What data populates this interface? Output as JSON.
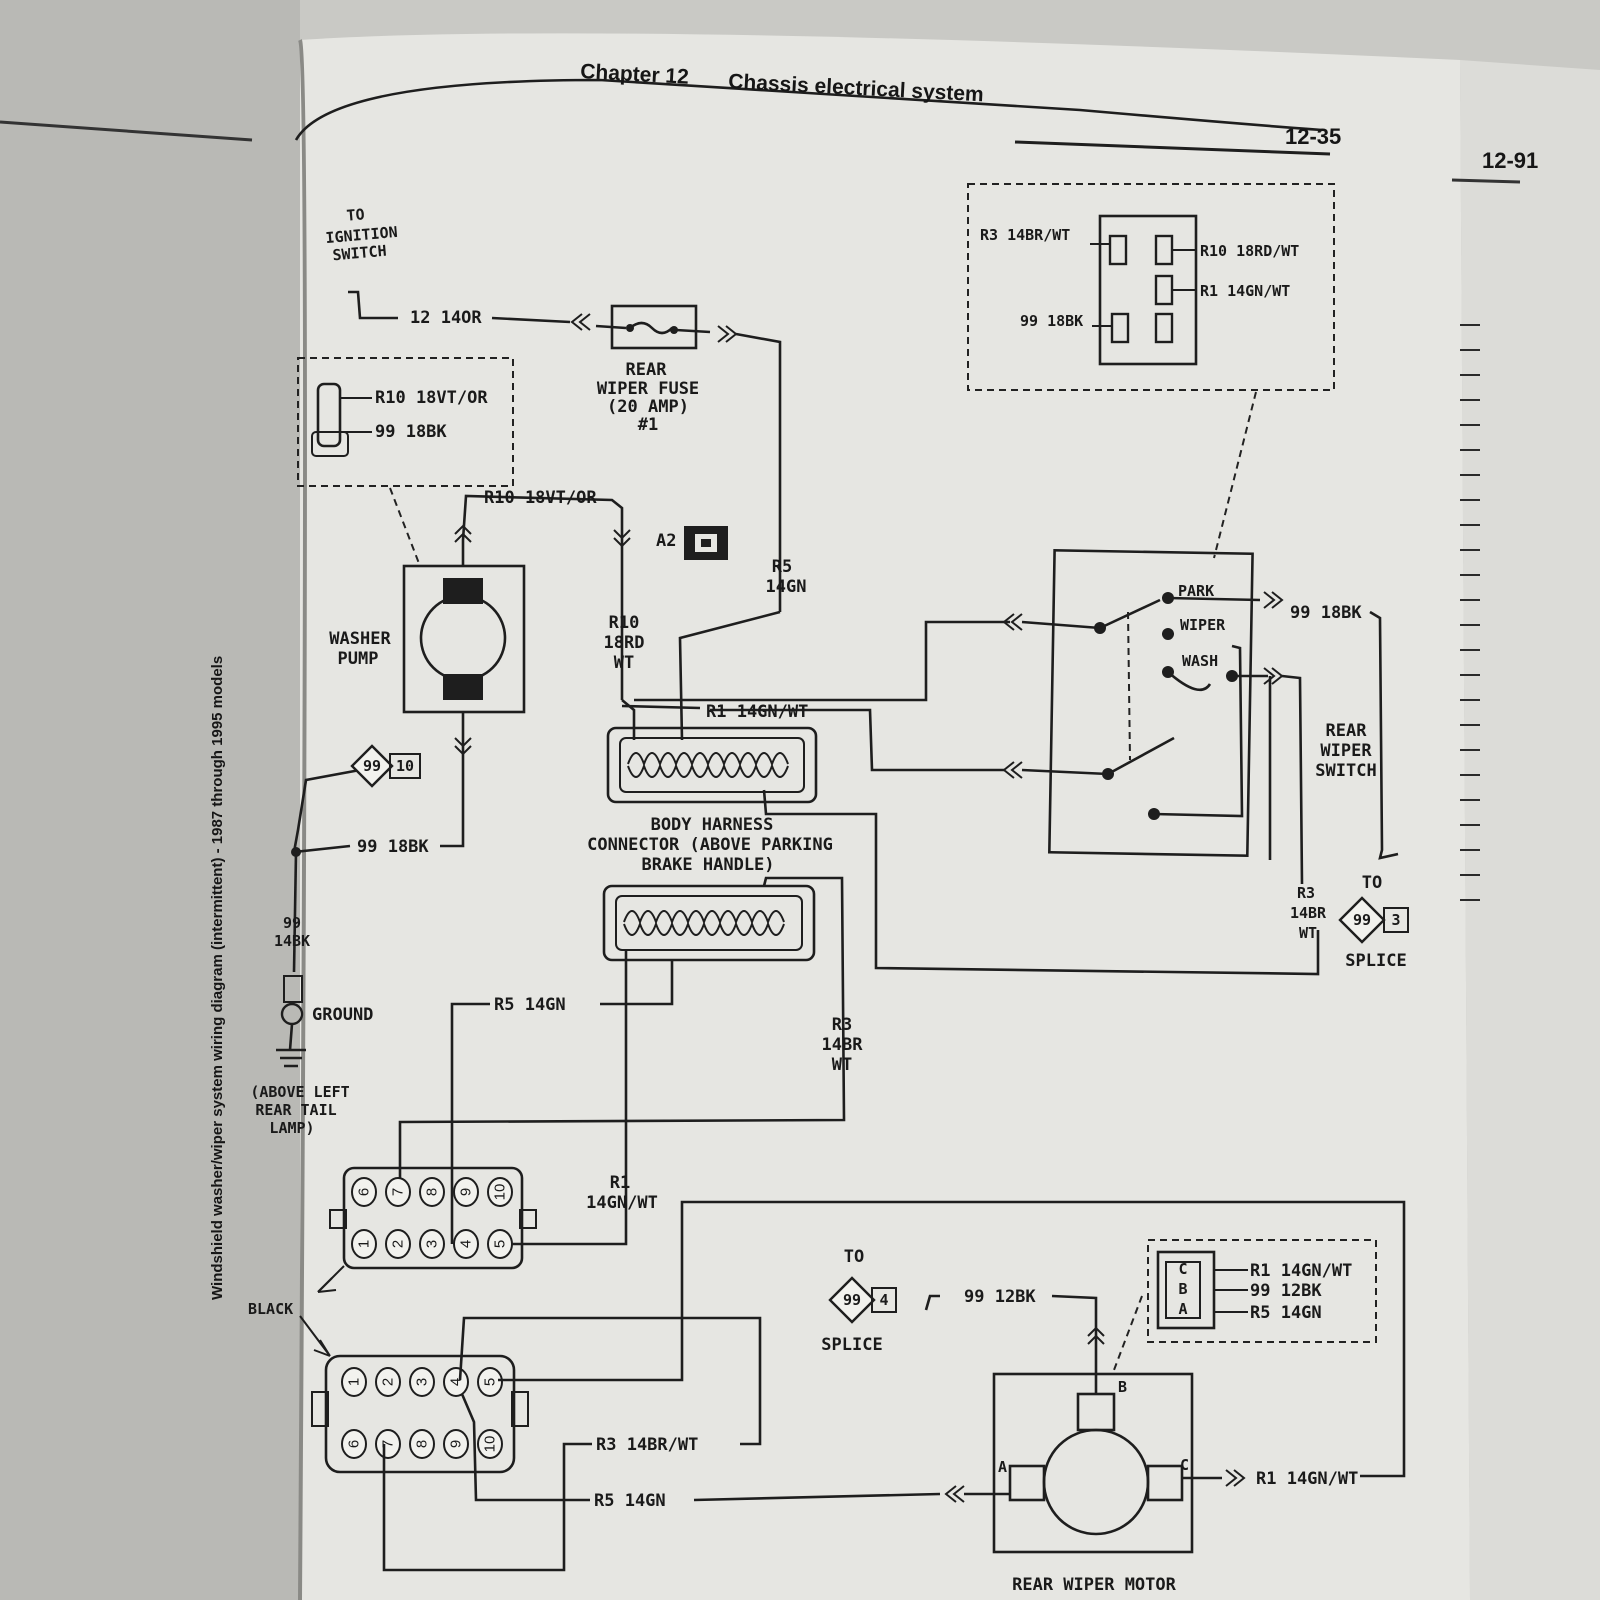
{
  "page": {
    "chapter": "Chapter 12",
    "section_title": "Chassis electrical system",
    "page_number": "12-35",
    "facing_page_number": "12-91",
    "figure_caption": "Windshield washer/wiper system wiring diagram (intermittent) - 1987 through 1995 models"
  },
  "labels": {
    "to_ignition_1": "TO",
    "to_ignition_2": "IGNITION",
    "to_ignition_3": "SWITCH",
    "wire_12": "12  14OR",
    "fuse_1": "REAR",
    "fuse_2": "WIPER FUSE",
    "fuse_3": "(20 AMP)",
    "fuse_4": "#1",
    "pump_inset_r10": "R10 18VT/OR",
    "pump_inset_99": "99 18BK",
    "wire_r10_vt": "R10 18VT/OR",
    "a2": "A2",
    "r5_a": "R5",
    "r5_b": "14GN",
    "r10_a": "R10",
    "r10_b": "18RD",
    "r10_c": "WT",
    "washer_1": "WASHER",
    "washer_2": "PUMP",
    "r1_top": "R1  14GN/WT",
    "splice_99_10_num": "99",
    "splice_99_10_ref": "10",
    "ground_wire": "99 18BK",
    "ground_vert_1": "99",
    "ground_vert_2": "14BK",
    "ground": "GROUND",
    "ground_loc_1": "(ABOVE LEFT",
    "ground_loc_2": "REAR TAIL",
    "ground_loc_3": "LAMP)",
    "bhc_1": "BODY HARNESS",
    "bhc_2": "CONNECTOR (ABOVE PARKING",
    "bhc_3": "BRAKE HANDLE)",
    "r5_mid": "R5  14GN",
    "r3_a": "R3",
    "r3_b": "14BR",
    "r3_c": "WT",
    "r1_mid_a": "R1",
    "r1_mid_b": "14GN/WT",
    "black": "BLACK",
    "switch_inset_r3": "R3  14BR/WT",
    "switch_inset_r10": "R10  18RD/WT",
    "switch_inset_r1": "R1  14GN/WT",
    "switch_inset_99": "99  18BK",
    "park": "PARK",
    "wiper": "WIPER",
    "wash": "WASH",
    "sw_99": "99  18BK",
    "rws_1": "REAR",
    "rws_2": "WIPER",
    "rws_3": "SWITCH",
    "r3_right_a": "R3",
    "r3_right_b": "14BR",
    "r3_right_c": "WT",
    "to_right": "TO",
    "splice_99_3_num": "99",
    "splice_99_3_ref": "3",
    "splice_right": "SPLICE",
    "to_bottom": "TO",
    "splice_99_4_num": "99",
    "splice_99_4_ref": "4",
    "splice_bottom": "SPLICE",
    "wire_99_12bk": "99  12BK",
    "motor_inset_r1": "R1  14GN/WT",
    "motor_inset_99": "99  12BK",
    "motor_inset_r5": "R5  14GN",
    "motor_b": "B",
    "motor_a": "A",
    "motor_c": "C",
    "r3_bottom": "R3  14BR/WT",
    "r5_bottom": "R5  14GN",
    "r1_bottom": "R1  14GN/WT",
    "motor": "REAR WIPER MOTOR",
    "conn_abc_a": "A",
    "conn_abc_b": "B",
    "conn_abc_c": "C"
  },
  "connector_upper_pins": [
    "6",
    "7",
    "8",
    "9",
    "10",
    "1",
    "2",
    "3",
    "4",
    "5"
  ],
  "connector_lower_pins": [
    "1",
    "2",
    "3",
    "4",
    "5",
    "6",
    "7",
    "8",
    "9",
    "10"
  ]
}
